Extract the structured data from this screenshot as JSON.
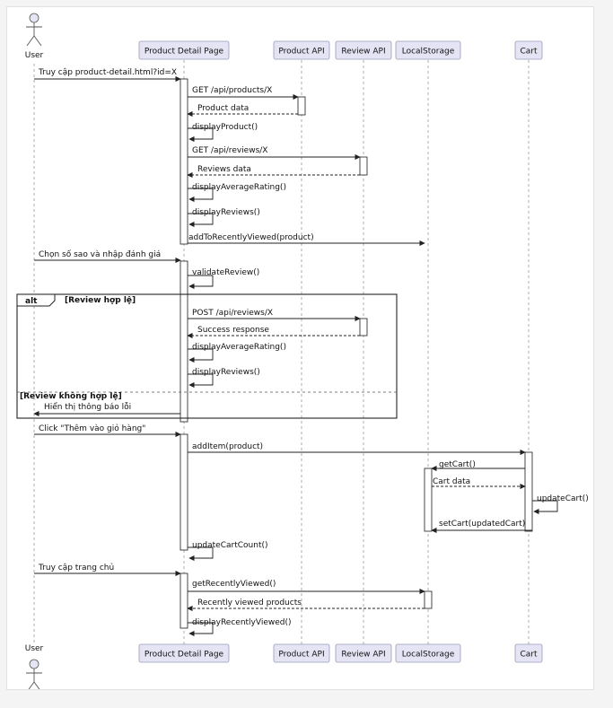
{
  "participants": [
    {
      "id": "user",
      "label": "User",
      "kind": "actor"
    },
    {
      "id": "pdp",
      "label": "Product Detail Page",
      "kind": "box"
    },
    {
      "id": "papi",
      "label": "Product API",
      "kind": "box"
    },
    {
      "id": "rapi",
      "label": "Review API",
      "kind": "box"
    },
    {
      "id": "ls",
      "label": "LocalStorage",
      "kind": "box"
    },
    {
      "id": "cart",
      "label": "Cart",
      "kind": "box"
    }
  ],
  "messages": [
    {
      "from": "user",
      "to": "pdp",
      "label": "Truy cập product-detail.html?id=X",
      "style": "solid"
    },
    {
      "from": "pdp",
      "to": "papi",
      "label": "GET /api/products/X",
      "style": "solid"
    },
    {
      "from": "papi",
      "to": "pdp",
      "label": "Product data",
      "style": "dashed"
    },
    {
      "from": "pdp",
      "to": "pdp",
      "label": "displayProduct()",
      "style": "self"
    },
    {
      "from": "pdp",
      "to": "rapi",
      "label": "GET /api/reviews/X",
      "style": "solid"
    },
    {
      "from": "rapi",
      "to": "pdp",
      "label": "Reviews data",
      "style": "dashed"
    },
    {
      "from": "pdp",
      "to": "pdp",
      "label": "displayAverageRating()",
      "style": "self"
    },
    {
      "from": "pdp",
      "to": "pdp",
      "label": "displayReviews()",
      "style": "self"
    },
    {
      "from": "pdp",
      "to": "ls",
      "label": "addToRecentlyViewed(product)",
      "style": "solid"
    },
    {
      "from": "user",
      "to": "pdp",
      "label": "Chọn số sao và nhập đánh giá",
      "style": "solid"
    },
    {
      "from": "pdp",
      "to": "pdp",
      "label": "validateReview()",
      "style": "self"
    },
    {
      "from": "pdp",
      "to": "rapi",
      "label": "POST /api/reviews/X",
      "style": "solid"
    },
    {
      "from": "rapi",
      "to": "pdp",
      "label": "Success response",
      "style": "dashed"
    },
    {
      "from": "pdp",
      "to": "pdp",
      "label": "displayAverageRating()",
      "style": "self"
    },
    {
      "from": "pdp",
      "to": "pdp",
      "label": "displayReviews()",
      "style": "self"
    },
    {
      "from": "pdp",
      "to": "user",
      "label": "Hiển thị thông báo lỗi",
      "style": "solid"
    },
    {
      "from": "user",
      "to": "pdp",
      "label": "Click \"Thêm vào giỏ hàng\"",
      "style": "solid"
    },
    {
      "from": "pdp",
      "to": "cart",
      "label": "addItem(product)",
      "style": "solid"
    },
    {
      "from": "cart",
      "to": "ls",
      "label": "getCart()",
      "style": "solid"
    },
    {
      "from": "ls",
      "to": "cart",
      "label": "Cart data",
      "style": "dashed"
    },
    {
      "from": "cart",
      "to": "cart",
      "label": "updateCart()",
      "style": "self"
    },
    {
      "from": "cart",
      "to": "ls",
      "label": "setCart(updatedCart)",
      "style": "solid"
    },
    {
      "from": "pdp",
      "to": "pdp",
      "label": "updateCartCount()",
      "style": "self"
    },
    {
      "from": "user",
      "to": "pdp",
      "label": "Truy cập trang chủ",
      "style": "solid"
    },
    {
      "from": "pdp",
      "to": "ls",
      "label": "getRecentlyViewed()",
      "style": "solid"
    },
    {
      "from": "ls",
      "to": "pdp",
      "label": "Recently viewed products",
      "style": "dashed"
    },
    {
      "from": "pdp",
      "to": "pdp",
      "label": "displayRecentlyViewed()",
      "style": "self"
    }
  ],
  "fragment": {
    "keyword": "alt",
    "guard": "[Review hợp lệ]",
    "else_guard": "[Review không hợp lệ]"
  }
}
